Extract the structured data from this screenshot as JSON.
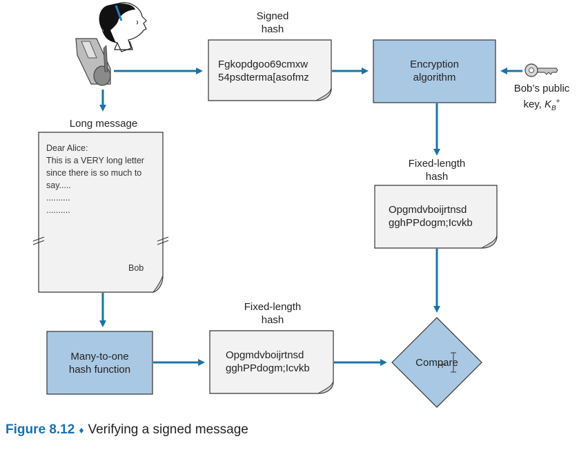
{
  "labels": {
    "signed_hash_1": "Signed",
    "signed_hash_2": "hash",
    "long_message": "Long message",
    "fixed_hash_top_1": "Fixed-length",
    "fixed_hash_top_2": "hash",
    "fixed_hash_bottom_1": "Fixed-length",
    "fixed_hash_bottom_2": "hash",
    "public_key_1": "Bob’s public",
    "public_key_2": "key, ",
    "public_key_var": "K",
    "public_key_sub": "B",
    "public_key_sup": "+"
  },
  "signed_hash_doc": {
    "line1": "Fgkopdgoo69cmxw",
    "line2": "54psdterma[asofmz"
  },
  "encryption_box": {
    "line1": "Encryption",
    "line2": "algorithm"
  },
  "fixed_hash_doc_top": {
    "line1": "Opgmdvboijrtnsd",
    "line2": "gghPPdogm;Icvkb"
  },
  "fixed_hash_doc_bottom": {
    "line1": "Opgmdvboijrtnsd",
    "line2": "gghPPdogm;Icvkb"
  },
  "hash_function_box": {
    "line1": "Many-to-one",
    "line2": "hash function"
  },
  "compare": "Compare",
  "letter": {
    "lines": [
      "Dear Alice:",
      "This is a VERY long letter",
      "since there is so much to",
      "say.....",
      "..........",
      ".........."
    ],
    "signature": "Bob"
  },
  "caption": {
    "figure": "Figure 8.12",
    "diamond": "♦",
    "text": "Verifying a signed message"
  },
  "colors": {
    "arrow": "#1a73a8",
    "box_fill": "#a9c8e4",
    "doc_fill": "#f2f2f2",
    "figure_blue": "#1a6fb0"
  }
}
